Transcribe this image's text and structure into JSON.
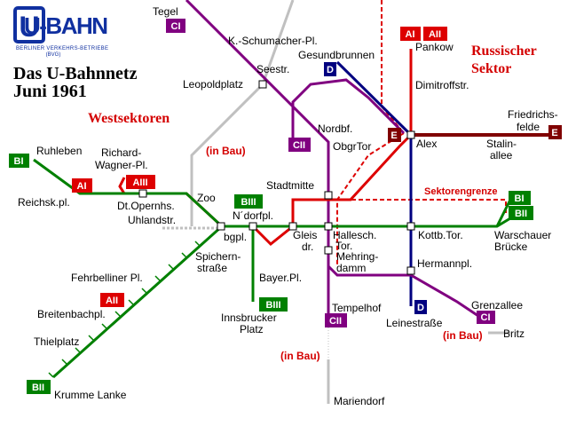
{
  "logo": {
    "text": "U-BAHN",
    "letter": "U",
    "line1": "BERLINER VERKEHRS-BETRIEBE",
    "line2": "(BVG)"
  },
  "title": {
    "line1": "Das U-Bahnnetz",
    "line2": "Juni 1961"
  },
  "sectors": {
    "west": "Westsektoren",
    "russian_line1": "Russischer",
    "russian_line2": "Sektor",
    "border": "Sektorengrenze"
  },
  "construction": {
    "label1": "(in Bau)",
    "label2": "(in Bau)",
    "label3": "(in Bau)"
  },
  "badges": {
    "CI_top": "CI",
    "CI_bottom": "CI",
    "CII_mid": "CII",
    "CII_bottom": "CII",
    "D_top": "D",
    "D_bottom": "D",
    "E_left": "E",
    "E_right": "E",
    "AI_pankow": "AI",
    "AII_pankow": "AII",
    "AI_west": "AI",
    "AIII": "AIII",
    "AII_west": "AII",
    "BI_left": "BI",
    "BI_right": "BI",
    "BII_right": "BII",
    "BII_bottom": "BII",
    "BIII_top": "BIII",
    "BIII_bottom": "BIII"
  },
  "stations": {
    "tegel": "Tegel",
    "kschumacher": "K.-Schumacher-Pl.",
    "gesundbrunnen": "Gesundbrunnen",
    "pankow": "Pankow",
    "seestr": "Seestr.",
    "leopoldplatz": "Leopoldplatz",
    "dimitroffstr": "Dimitroffstr.",
    "friedrichsfelde1": "Friedrichs-",
    "friedrichsfelde2": "felde",
    "nordbf": "Nordbf.",
    "obgrtor": "ObgrTor",
    "alex": "Alex",
    "stalinallee1": "Stalin-",
    "stalinallee2": "allee",
    "ruhleben": "Ruhleben",
    "richardwagner1": "Richard-",
    "richardwagner2": "Wagner-Pl.",
    "stadtmitte": "Stadtmitte",
    "reichskpl": "Reichsk.pl.",
    "dtopernhs": "Dt.Opernhs.",
    "zoo": "Zoo",
    "uhlandstr": "Uhlandstr.",
    "ndorfpl": "N´dorfpl.",
    "bgpl": "bgpl.",
    "gleisdr1": "Gleis",
    "gleisdr2": "dr.",
    "hallesch1": "Hallesch.",
    "hallesch2": "Tor.",
    "kottbtor": "Kottb.Tor.",
    "warschauer1": "Warschauer",
    "warschauer2": "Brücke",
    "mehringdamm1": "Mehring-",
    "mehringdamm2": "damm",
    "spichern1": "Spichern-",
    "spichern2": "straße",
    "hermannpl": "Hermannpl.",
    "fehrbelliner": "Fehrbelliner Pl.",
    "bayerpl": "Bayer.Pl.",
    "breitenbach": "Breitenbachpl.",
    "innsbrucker1": "Innsbrucker",
    "innsbrucker2": "Platz",
    "grenzallee": "Grenzallee",
    "tempelhof": "Tempelhof",
    "leinestrasse": "Leinestraße",
    "thielplatz": "Thielplatz",
    "britz": "Britz",
    "krummelanke": "Krumme Lanke",
    "mariendorf": "Mariendorf"
  },
  "colors": {
    "lineA": "#dd0000",
    "lineB": "#008000",
    "lineC": "#800080",
    "lineD": "#000080",
    "lineE": "#800000",
    "construction": "#c0c0c0",
    "border": "#dd0000"
  }
}
